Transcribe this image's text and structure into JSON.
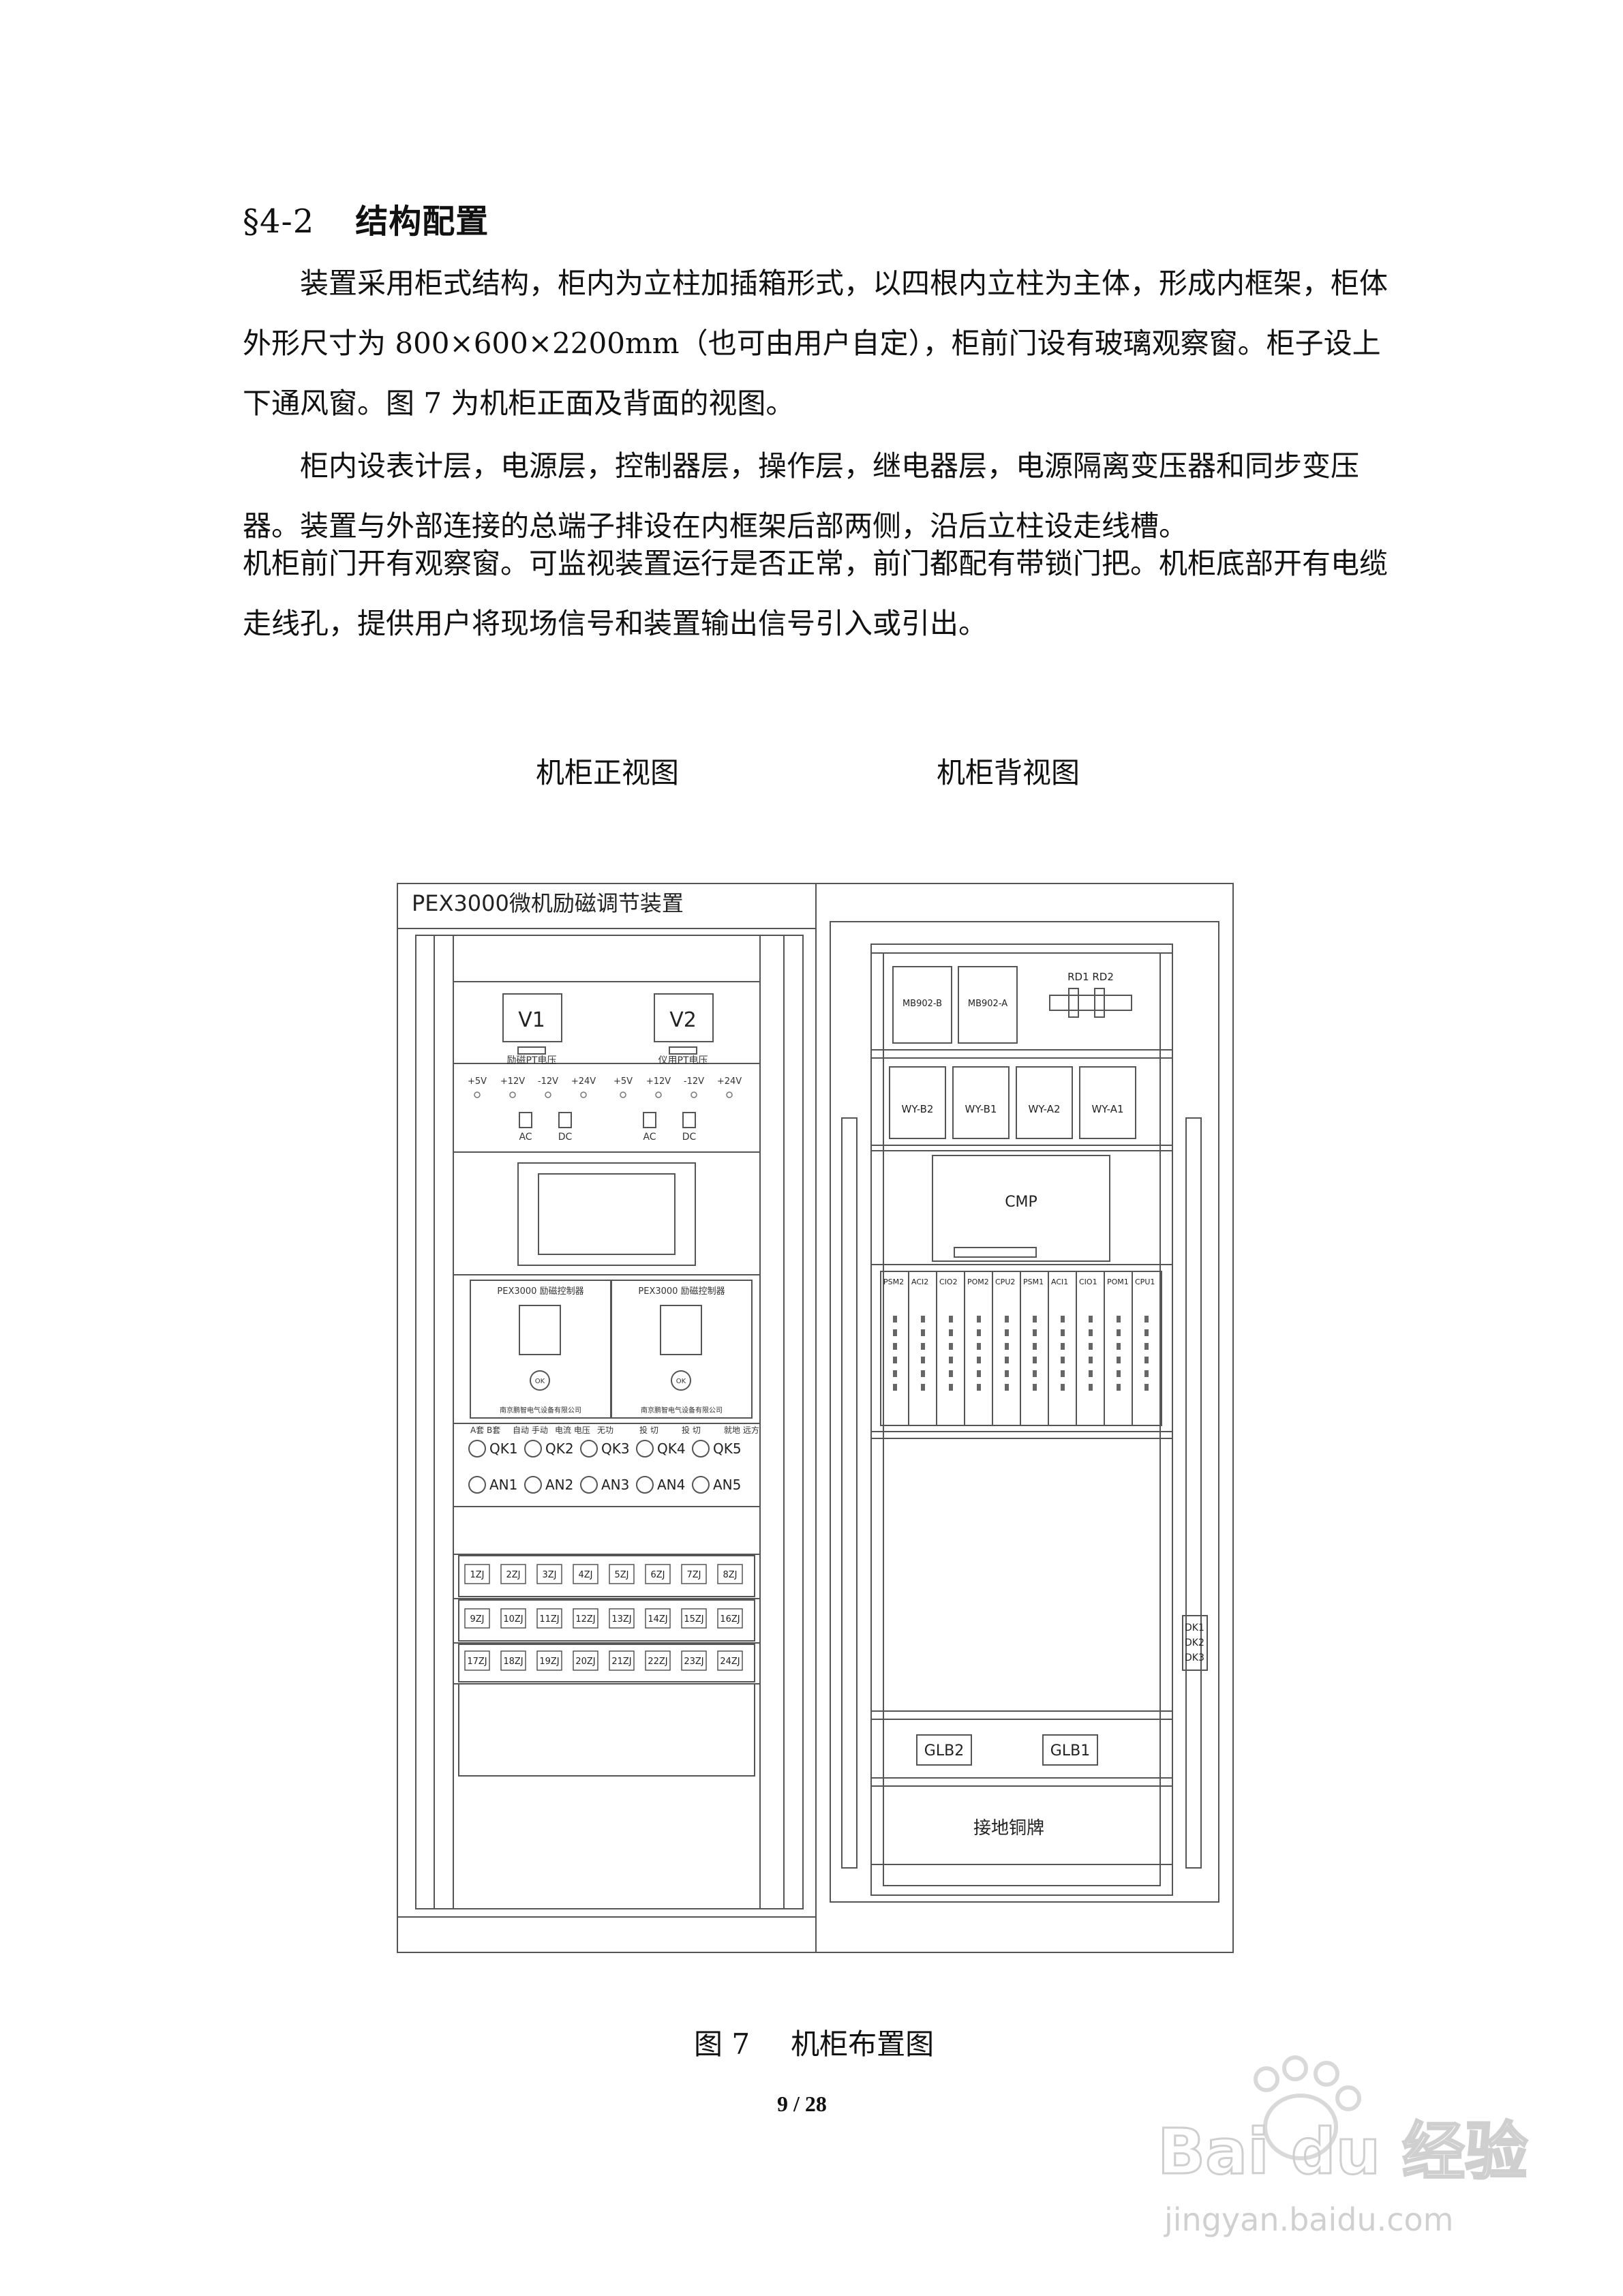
{
  "heading": {
    "section": "§4-2",
    "title": "结构配置"
  },
  "paragraphs": [
    "装置采用柜式结构，柜内为立柱加插箱形式，以四根内立柱为主体，形成内框架，柜体外形尺寸为 800×600×2200mm（也可由用户自定），柜前门设有玻璃观察窗。柜子设上下通风窗。图 7 为机柜正面及背面的视图。",
    "柜内设表计层，电源层，控制器层，操作层，继电器层，电源隔离变压器和同步变压器。装置与外部连接的总端子排设在内框架后部两侧，沿后立柱设走线槽。",
    "机柜前门开有观察窗。可监视装置运行是否正常，前门都配有带锁门把。机柜底部开有电缆走线孔，提供用户将现场信号和装置输出信号引入或引出。"
  ],
  "captions": {
    "front": "机柜正视图",
    "back": "机柜背视图"
  },
  "front": {
    "title": "PEX3000微机励磁调节装置",
    "meters": [
      {
        "name": "V1",
        "label": "励磁PT电压"
      },
      {
        "name": "V2",
        "label": "仪用PT电压"
      }
    ],
    "voltages": [
      "+5V",
      "+12V",
      "-12V",
      "+24V",
      "+5V",
      "+12V",
      "-12V",
      "+24V"
    ],
    "switches": [
      "AC",
      "DC",
      "AC",
      "DC"
    ],
    "controller_title": "PEX3000 励磁控制器",
    "controller_vendor": "南京鹏智电气设备有限公司",
    "controller_ok": "OK",
    "mode_labels": [
      "A套 B套",
      "自动 手动",
      "电流 电压",
      "无功",
      "投 切",
      "投 切",
      "就地 远方"
    ],
    "qk": [
      "QK1",
      "QK2",
      "QK3",
      "QK4",
      "QK5"
    ],
    "an": [
      "AN1",
      "AN2",
      "AN3",
      "AN4",
      "AN5"
    ],
    "relays": [
      [
        "1ZJ",
        "2ZJ",
        "3ZJ",
        "4ZJ",
        "5ZJ",
        "6ZJ",
        "7ZJ",
        "8ZJ"
      ],
      [
        "9ZJ",
        "10ZJ",
        "11ZJ",
        "12ZJ",
        "13ZJ",
        "14ZJ",
        "15ZJ",
        "16ZJ"
      ],
      [
        "17ZJ",
        "18ZJ",
        "19ZJ",
        "20ZJ",
        "21ZJ",
        "22ZJ",
        "23ZJ",
        "24ZJ"
      ]
    ]
  },
  "back": {
    "modules_top": [
      "MB902-B",
      "MB902-A"
    ],
    "fuses": "RD1 RD2",
    "wy": [
      "WY-B2",
      "WY-B1",
      "WY-A2",
      "WY-A1"
    ],
    "cmp": "CMP",
    "cards": [
      "PSM2",
      "ACI2",
      "CIO2",
      "POM2",
      "CPU2",
      "PSM1",
      "ACI1",
      "CIO1",
      "POM1",
      "CPU1"
    ],
    "dk": [
      "DK1",
      "DK2",
      "DK3"
    ],
    "glb": [
      "GLB2",
      "GLB1"
    ],
    "ground": "接地铜牌"
  },
  "figure_caption": {
    "number": "图 7",
    "title": "机柜布置图"
  },
  "page_number": "9 / 28",
  "watermark": {
    "brand": "Bai du 经验",
    "url": "jingyan.baidu.com"
  }
}
